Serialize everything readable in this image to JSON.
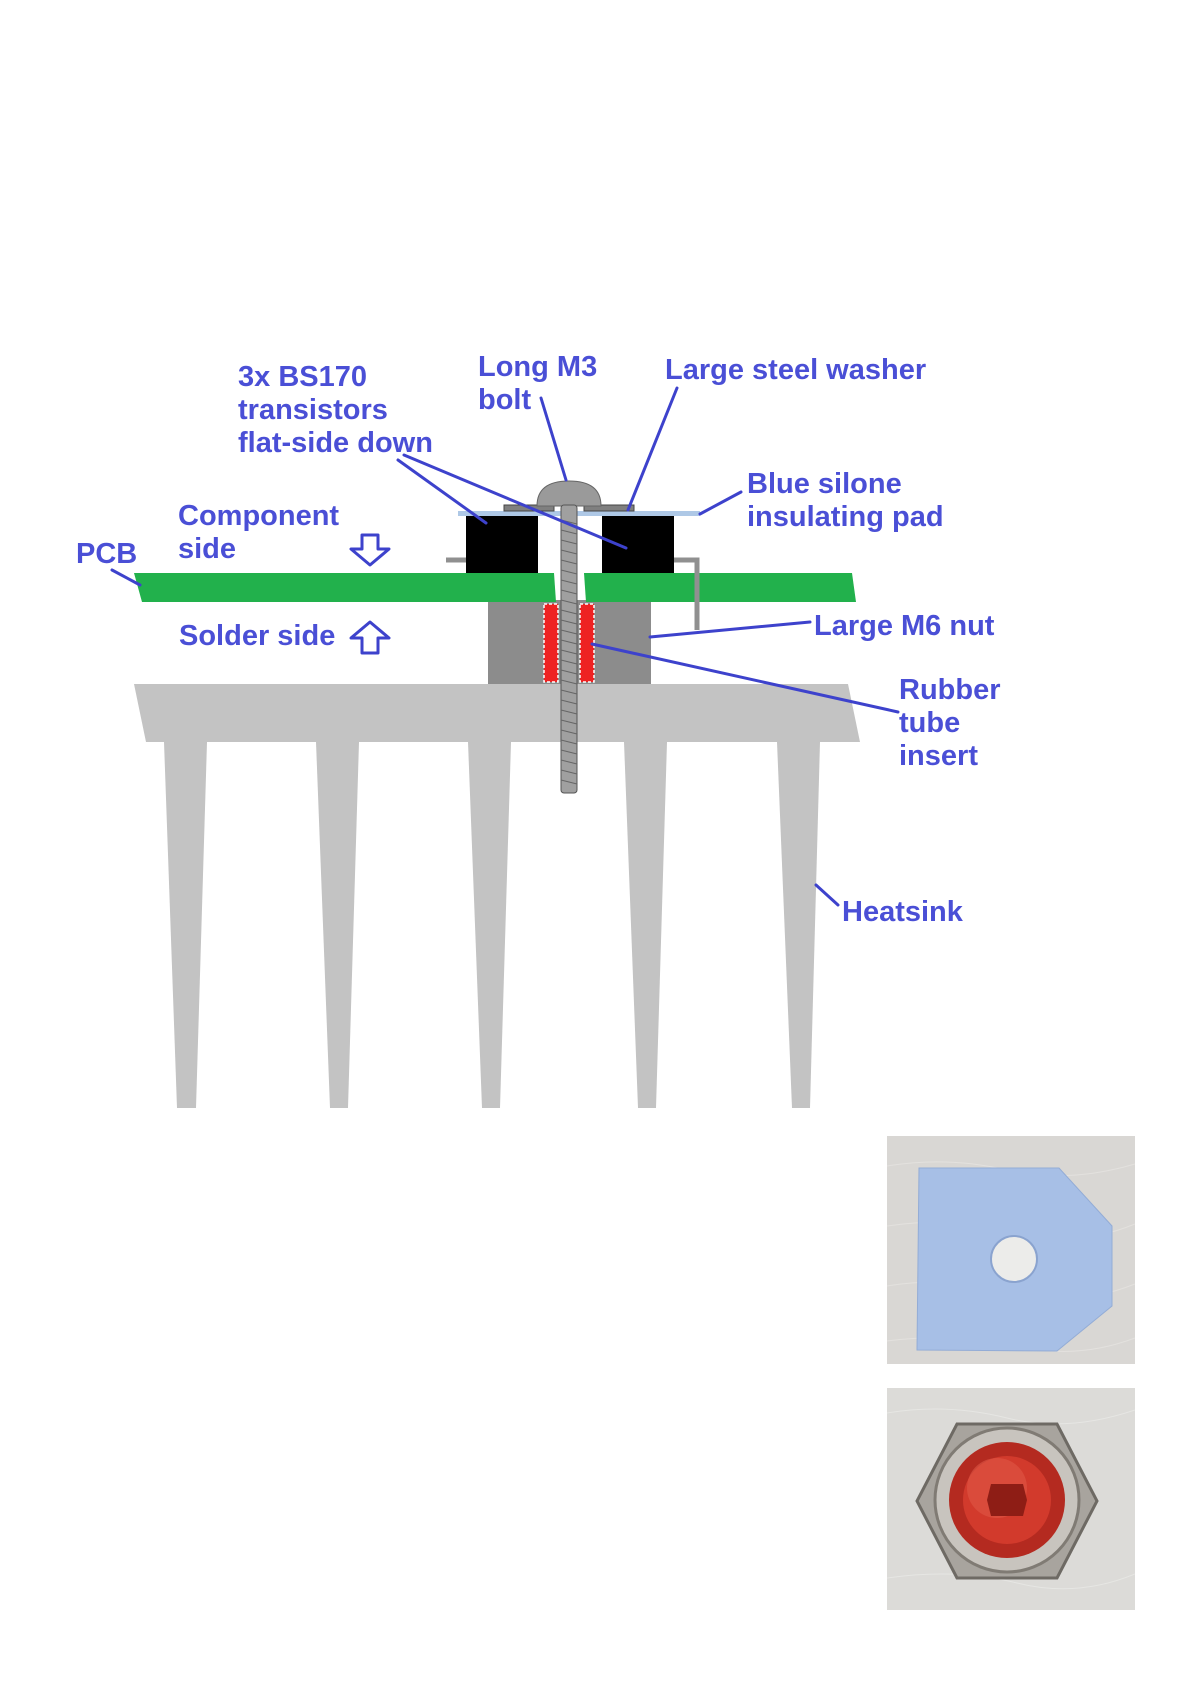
{
  "labels": {
    "transistors": [
      "3x BS170",
      "transistors",
      "flat-side down"
    ],
    "bolt": [
      "Long M3",
      "bolt"
    ],
    "washer": "Large steel washer",
    "pad": [
      "Blue silone",
      "insulating pad"
    ],
    "component_side": [
      "Component",
      "side"
    ],
    "pcb": "PCB",
    "solder_side": "Solder side",
    "nut": "Large M6 nut",
    "rubber": [
      "Rubber",
      "tube",
      "insert"
    ],
    "heatsink": "Heatsink"
  },
  "colors": {
    "label": "#4a4fd6",
    "leader": "#3d42cc",
    "pcb": "#22b14c",
    "heatsink": "#c3c3c3",
    "nut": "#8c8c8c",
    "rubber": "#ee2222",
    "transistor": "#000000",
    "pad": "#aec8e6"
  },
  "icons": {
    "component_side_arrow": "arrow-down-outline-icon",
    "solder_side_arrow": "arrow-up-outline-icon"
  },
  "photos": [
    {
      "subject": "blue-silicone-insulating-pad-photo"
    },
    {
      "subject": "m6-nut-with-rubber-tube-insert-photo"
    }
  ]
}
